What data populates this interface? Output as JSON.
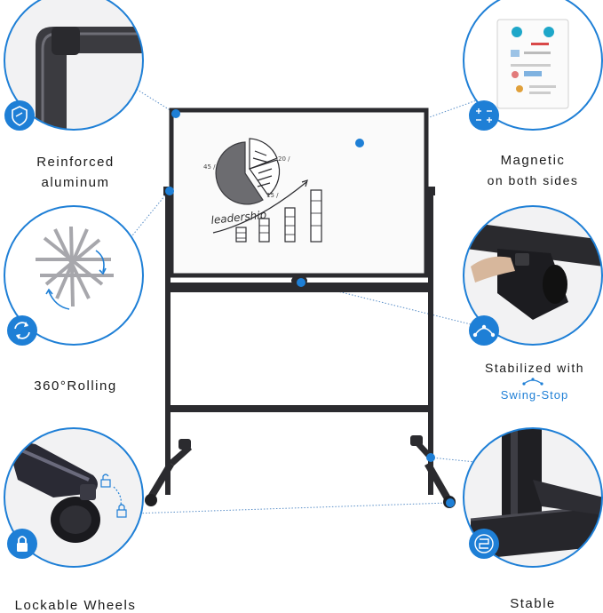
{
  "features": {
    "reinforced": {
      "line1": "Reinforced",
      "line2": "aluminum"
    },
    "magnetic": {
      "line1": "Magnetic",
      "line2": "on both sides"
    },
    "rolling": {
      "label": "360°Rolling"
    },
    "stabilized": {
      "line1": "Stabilized with",
      "line2": "Swing-Stop"
    },
    "lockable": {
      "label": "Lockable Wheels"
    },
    "stable": {
      "label": "Stable"
    }
  },
  "board_drawing": {
    "word": "leadership",
    "pie_labels": [
      "45 /",
      "20 /",
      "15 /"
    ]
  },
  "colors": {
    "accent_blue": "#1e7fd6",
    "frame_dark": "#2b2b2f",
    "circle_border": "#1e7fd6"
  }
}
